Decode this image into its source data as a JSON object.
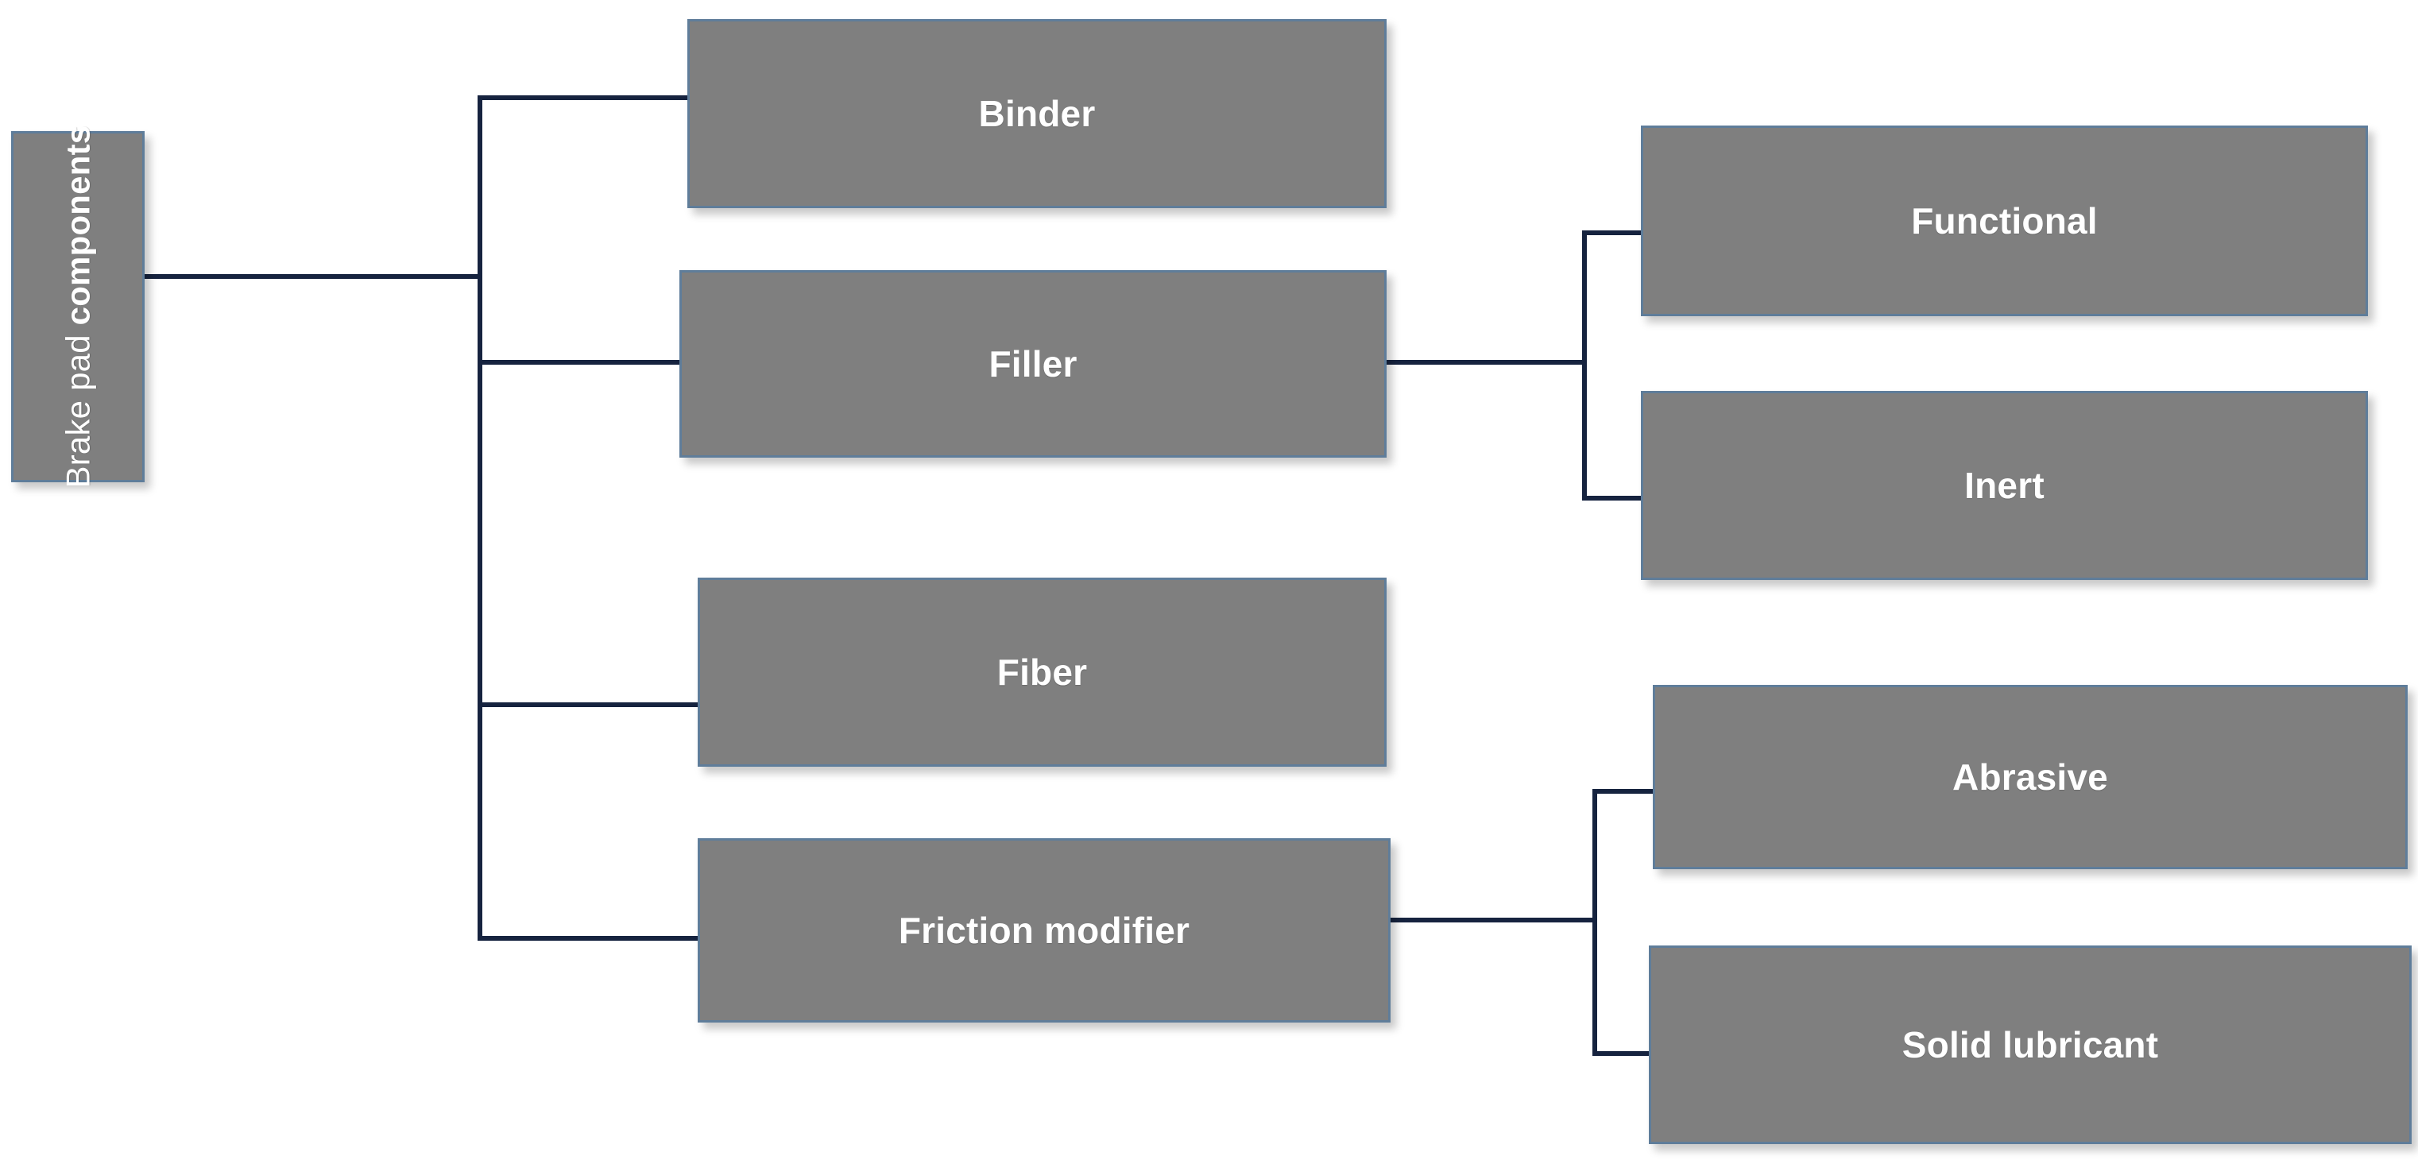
{
  "diagram": {
    "title": "Brake pad components",
    "type": "hierarchy-tree",
    "orientation": "left-to-right",
    "palette": {
      "box_fill": "#7f7f7f",
      "box_border": "#5f7d9a",
      "connector": "#16233f",
      "label_text": "#ffffff",
      "background": "#ffffff"
    },
    "root": {
      "label": "Brake pad components",
      "label_regular_part": "Brake pad ",
      "label_bold_part": "components",
      "orientation": "vertical"
    },
    "level1": [
      {
        "label": "Binder"
      },
      {
        "label": "Filler"
      },
      {
        "label": "Fiber"
      },
      {
        "label": "Friction modifier"
      }
    ],
    "level2": {
      "filler_children": [
        {
          "label": "Functional"
        },
        {
          "label": "Inert"
        }
      ],
      "friction_modifier_children": [
        {
          "label": "Abrasive"
        },
        {
          "label": "Solid lubricant"
        }
      ]
    }
  }
}
